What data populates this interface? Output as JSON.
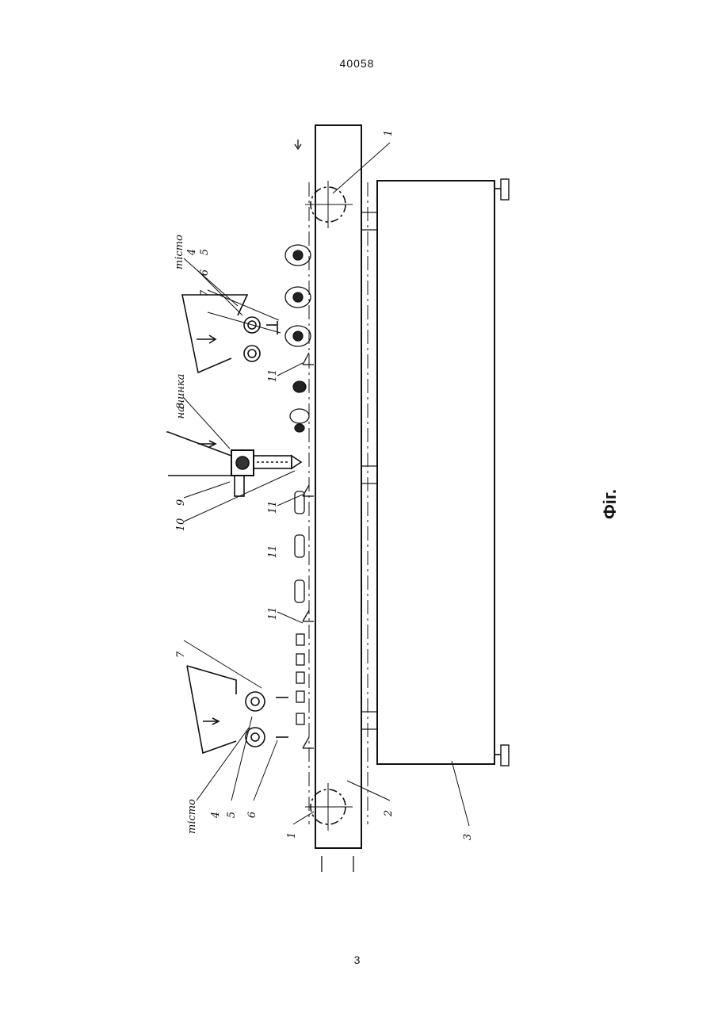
{
  "page": {
    "header_number": "40058",
    "page_number": "3",
    "figure_caption": "Фіг."
  },
  "labels": {
    "dough": "тісто",
    "filling": "начинка",
    "n1": "1",
    "n2": "2",
    "n3": "3",
    "n4": "4",
    "n5": "5",
    "n6": "6",
    "n7": "7",
    "n8": "8",
    "n9": "9",
    "n10": "10",
    "n11": "11"
  }
}
